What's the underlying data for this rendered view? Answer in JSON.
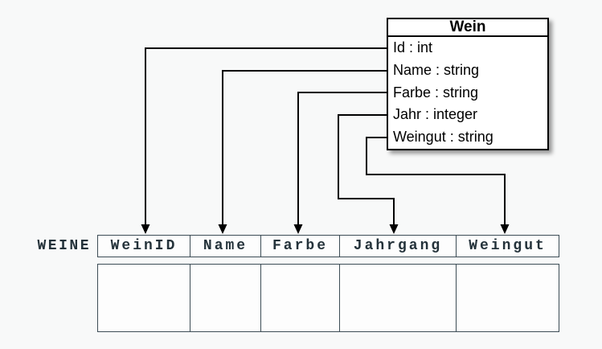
{
  "diagram": {
    "class_box": {
      "title": "Wein",
      "attributes": [
        "Id : int",
        "Name : string",
        "Farbe : string",
        "Jahr : integer",
        "Weingut : string"
      ]
    },
    "table": {
      "name": "WEINE",
      "columns": [
        "WeinID",
        "Name",
        "Farbe",
        "Jahrgang",
        "Weingut"
      ]
    },
    "mappings": [
      {
        "from": "Id",
        "to": "WeinID"
      },
      {
        "from": "Name",
        "to": "Name"
      },
      {
        "from": "Farbe",
        "to": "Farbe"
      },
      {
        "from": "Jahr",
        "to": "Jahrgang"
      },
      {
        "from": "Weingut",
        "to": "Weingut"
      }
    ],
    "colors": {
      "background": "#f8f9f9",
      "box_fill": "#ffffff",
      "box_border": "#000000",
      "connector": "#000000",
      "table_border": "#3d4d56",
      "table_text": "#24323a",
      "cell_fill": "#fdfdfd"
    }
  }
}
